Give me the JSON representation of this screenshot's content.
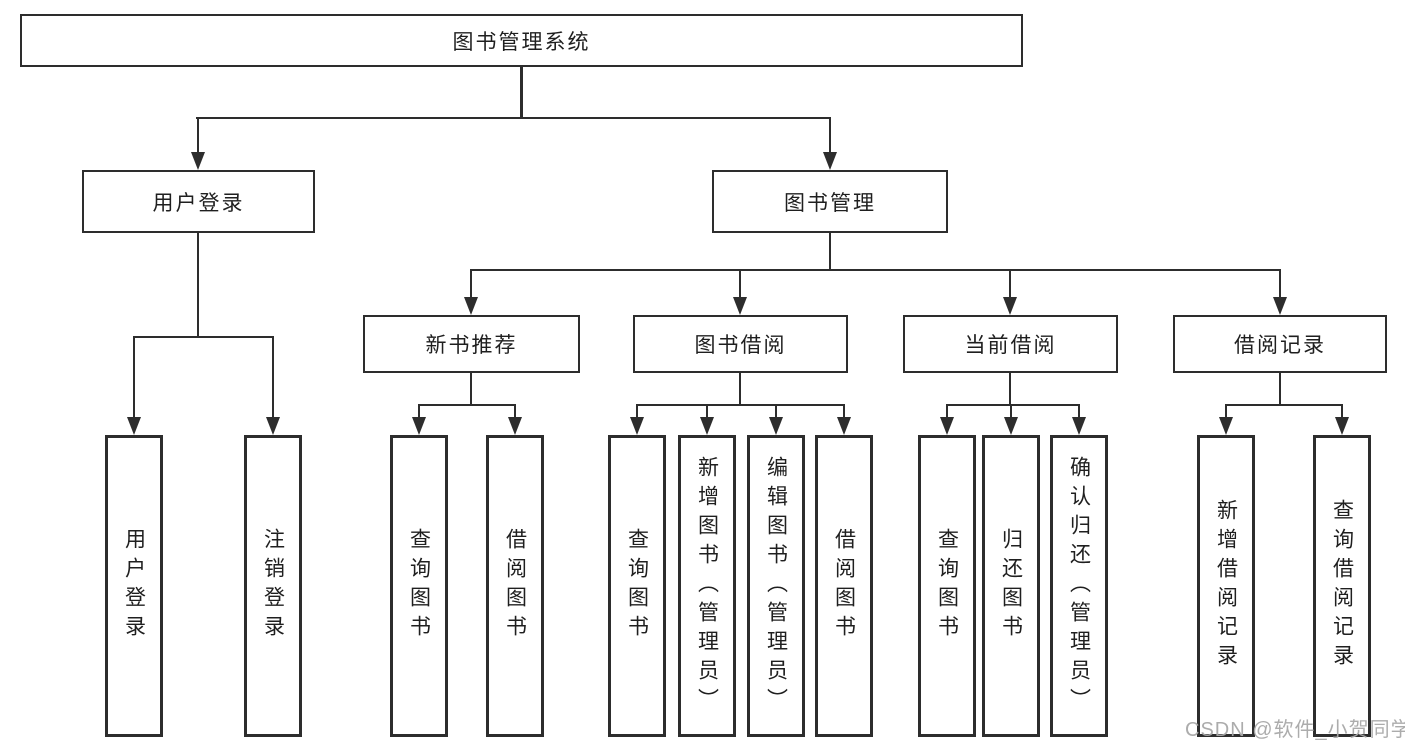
{
  "diagram": {
    "title": "图书管理系统",
    "level1": {
      "user_login": "用户登录",
      "book_mgmt": "图书管理"
    },
    "level2": {
      "new_books": "新书推荐",
      "book_borrow": "图书借阅",
      "current_borrow": "当前借阅",
      "borrow_records": "借阅记录"
    },
    "leaves": {
      "user_login": [
        "用户登录",
        "注销登录"
      ],
      "new_books": [
        "查询图书",
        "借阅图书"
      ],
      "book_borrow": [
        "查询图书",
        "新增图书（管理员）",
        "编辑图书（管理员）",
        "借阅图书"
      ],
      "current_borrow": [
        "查询图书",
        "归还图书",
        "确认归还（管理员）"
      ],
      "borrow_records": [
        "新增借阅记录",
        "查询借阅记录"
      ]
    }
  },
  "watermark": "CSDN @软件_小贺同学",
  "colors": {
    "line": "#2d2d2d",
    "text": "#1f1f1f",
    "watermark": "#a8a8a8",
    "background": "#ffffff"
  }
}
